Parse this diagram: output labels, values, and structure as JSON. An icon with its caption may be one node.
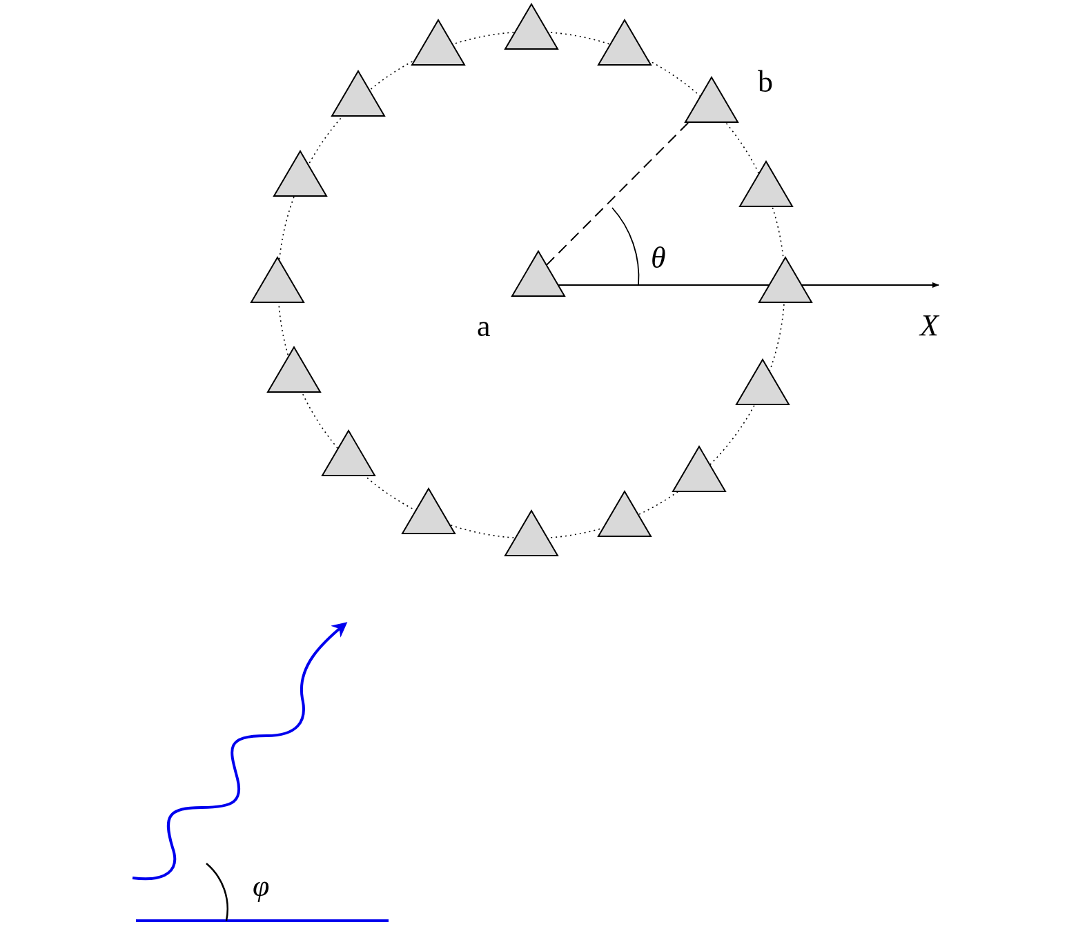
{
  "diagram": {
    "nodes": [
      {
        "text": [],
        "shape": "triangle"
      },
      {
        "text": [],
        "shape": "triangle"
      },
      {
        "text": [],
        "shape": "triangle"
      },
      {
        "text": [],
        "shape": "triangle"
      },
      {
        "text": [],
        "shape": "triangle",
        "beside": [
          "b"
        ]
      },
      {
        "text": [],
        "shape": "triangle"
      },
      {
        "text": [],
        "shape": "triangle"
      },
      {
        "text": [],
        "shape": "triangle"
      },
      {
        "text": [],
        "shape": "triangle",
        "beside": [
          "a"
        ]
      },
      {
        "text": [],
        "shape": "triangle"
      },
      {
        "text": [],
        "shape": "triangle"
      },
      {
        "text": [],
        "shape": "triangle"
      },
      {
        "text": [],
        "shape": "triangle"
      },
      {
        "text": [],
        "shape": "triangle"
      },
      {
        "text": [],
        "shape": "triangle"
      },
      {
        "text": [],
        "shape": "triangle"
      },
      {
        "text": [],
        "shape": "triangle"
      }
    ],
    "edges": [
      {
        "from": 8,
        "to": 4,
        "arrow": "none",
        "style": "dashed"
      }
    ],
    "labels": [
      "θ",
      "X",
      "φ"
    ]
  }
}
